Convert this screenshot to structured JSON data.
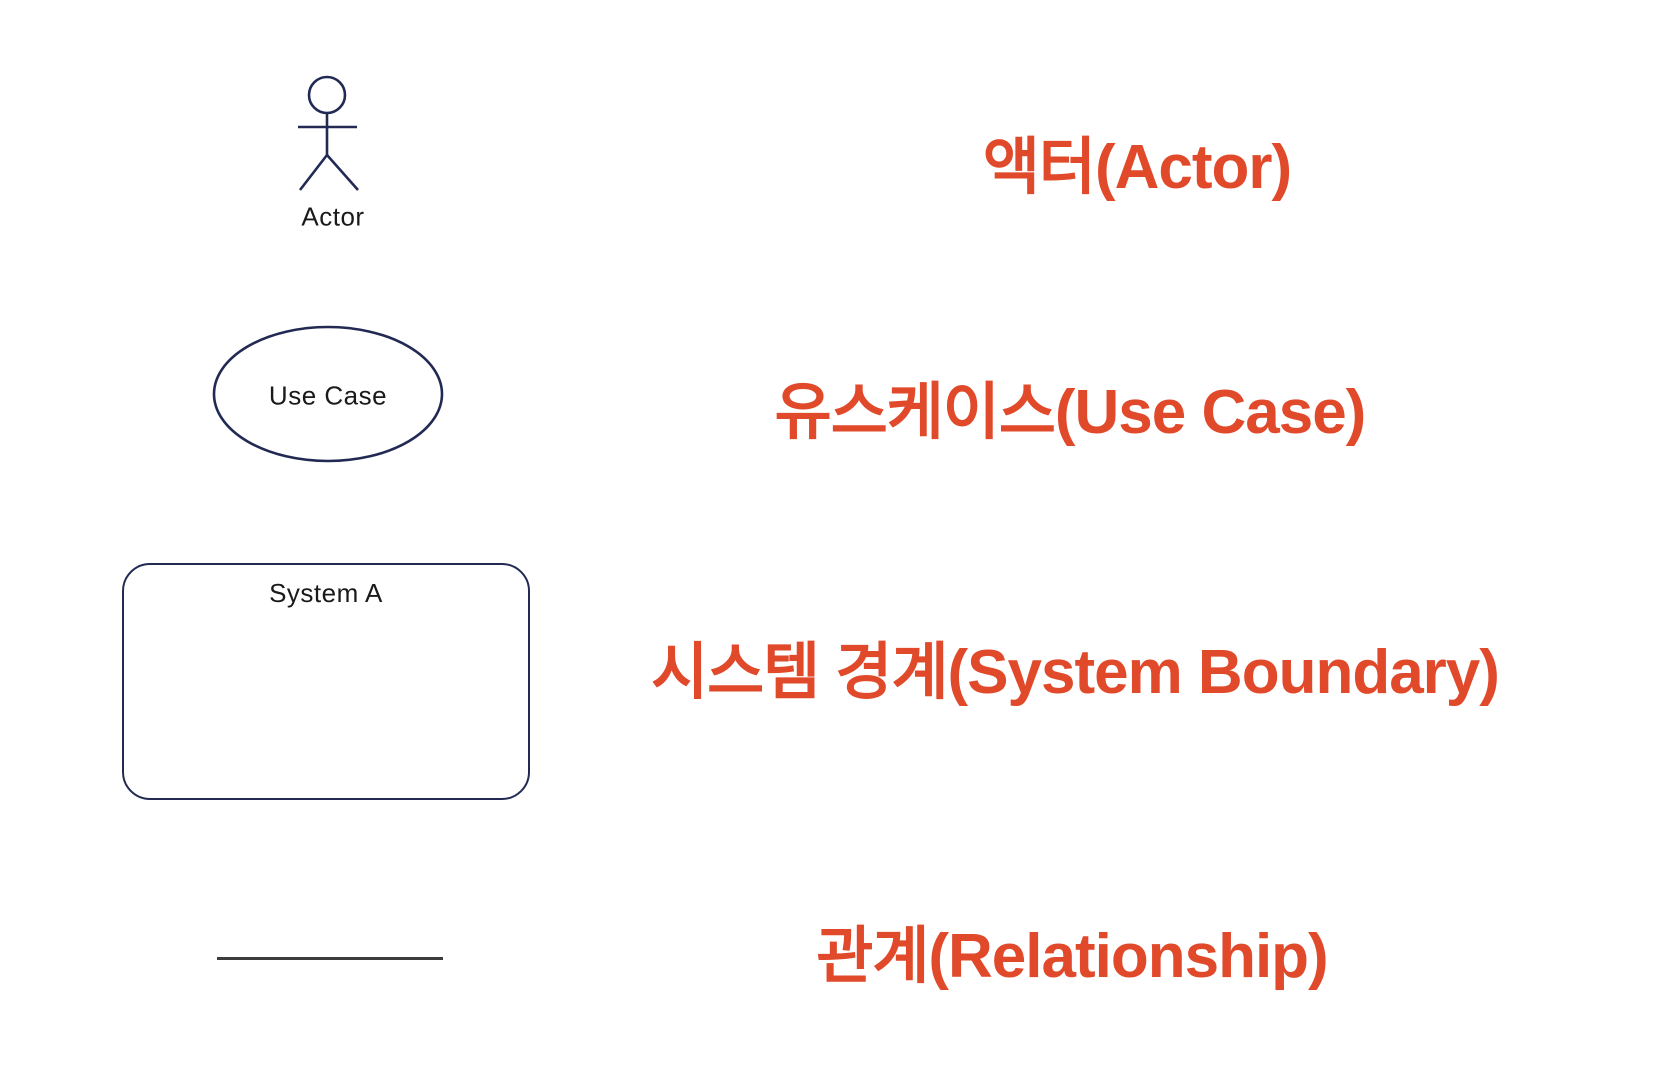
{
  "diagram_title_implicit": "UML Use Case Diagram Elements",
  "colors": {
    "shape_stroke": "#222a54",
    "shape_label": "#1a1a1a",
    "highlight": "#e1492b",
    "line_color": "#3c3c3c",
    "canvas_bg": "#ffffff"
  },
  "rows": [
    {
      "id": "actor",
      "shape": "stick-figure",
      "shape_label": "Actor",
      "label": "액터(Actor)"
    },
    {
      "id": "use-case",
      "shape": "ellipse",
      "shape_label": "Use Case",
      "label": "유스케이스(Use Case)"
    },
    {
      "id": "system-boundary",
      "shape": "rounded-rectangle",
      "shape_label": "System A",
      "label": "시스템 경계(System Boundary)"
    },
    {
      "id": "relationship",
      "shape": "line",
      "shape_label": "",
      "label": "관계(Relationship)"
    }
  ]
}
